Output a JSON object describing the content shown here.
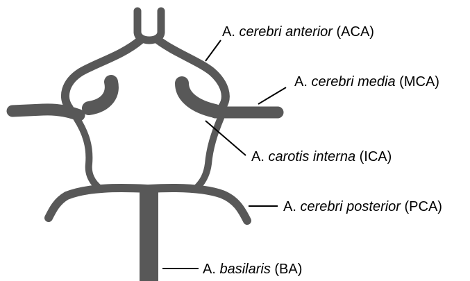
{
  "colors": {
    "vessel": "#585858",
    "leader": "#000000",
    "background": "#ffffff",
    "text": "#000000"
  },
  "labels": {
    "aca": {
      "prefix": "A. ",
      "name": "cerebri anterior",
      "abbr": " (ACA)"
    },
    "mca": {
      "prefix": "A. ",
      "name": "cerebri media",
      "abbr": " (MCA)"
    },
    "ica": {
      "prefix": "A. ",
      "name": "carotis interna",
      "abbr": " (ICA)"
    },
    "pca": {
      "prefix": "A. ",
      "name": "cerebri posterior",
      "abbr": " (PCA)"
    },
    "ba": {
      "prefix": "A. ",
      "name": "basilaris",
      "abbr": " (BA)"
    }
  }
}
